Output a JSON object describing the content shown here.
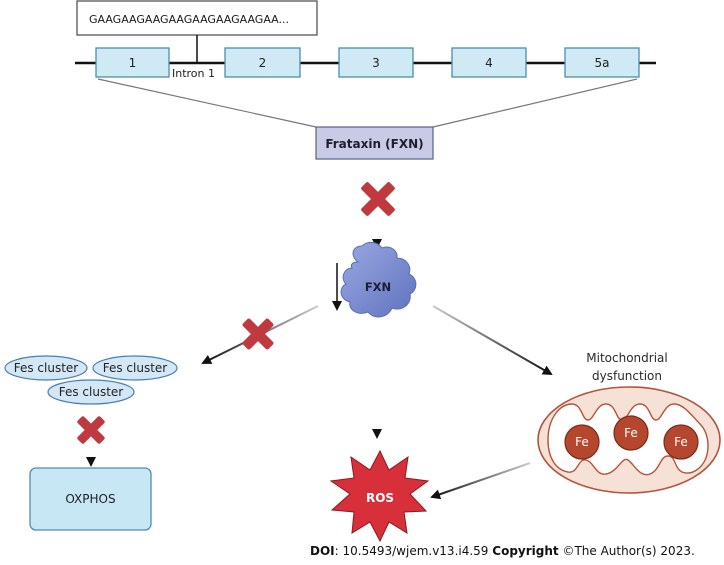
{
  "gene": {
    "repeat_sequence": "GAAGAAGAAGAAGAAGAAGAAGAA...",
    "exons": [
      "1",
      "2",
      "3",
      "4",
      "5a"
    ],
    "intron_label": "Intron 1"
  },
  "protein": {
    "frataxin_label": "Frataxin (FXN)",
    "fxn_label": "FXN"
  },
  "fes_clusters": [
    "Fes cluster",
    "Fes cluster",
    "Fes cluster"
  ],
  "oxphos_label": "OXPHOS",
  "mitochondria": {
    "label_line1": "Mitochondrial",
    "label_line2": "dysfunction",
    "iron_labels": [
      "Fe",
      "Fe",
      "Fe"
    ]
  },
  "ros_label": "ROS",
  "footer": {
    "doi_label": "DOI",
    "doi_value": ": 10.5493/wjem.v13.i4.59 ",
    "copyright_label": "Copyright",
    "copyright_value": " ©The Author(s) 2023."
  },
  "colors": {
    "exon_fill": "#cfe9f5",
    "exon_stroke": "#4a8fb3",
    "frataxin_fill": "#c9cbe6",
    "fxn_protein": "#7b8fd0",
    "inhibit_cross": "#c0393f",
    "fes_fill": "#d3e7f7",
    "oxphos_fill": "#c7e7f4",
    "mito_outer": "#f6e1d6",
    "mito_stroke": "#b5533c",
    "fe_fill": "#b5472e",
    "ros_fill": "#d8303a"
  }
}
